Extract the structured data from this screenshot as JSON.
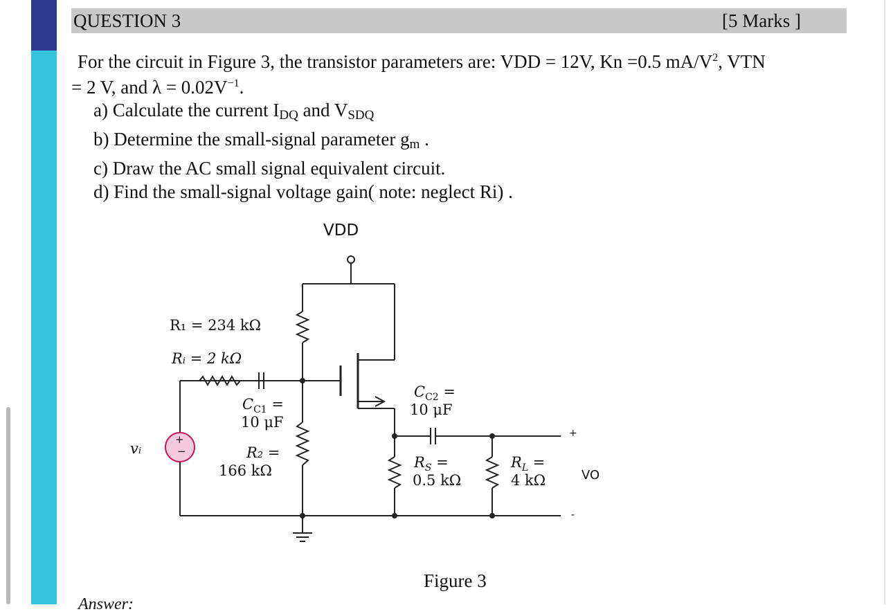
{
  "header": {
    "question_title": "QUESTION 3",
    "marks": "[5 Marks ]"
  },
  "problem": {
    "statement_1": "For the circuit in Figure 3, the transistor parameters are: VDD = 12V, Kn =0.5 mA/V",
    "statement_sup": "2",
    "statement_2": ", VTN",
    "statement_line2": "= 2 V, and λ = 0.02V",
    "statement_sup2": "−1",
    "statement_end": ".",
    "parts": [
      {
        "prefix": "a)",
        "text": "Calculate the current I",
        "sub1": "DQ",
        "mid": " and  V",
        "sub2": "SDQ"
      },
      {
        "prefix": "b)",
        "text": "Determine the small-signal parameter g",
        "sub1": "m",
        "end": " ."
      },
      {
        "prefix": "c)",
        "text": "Draw the AC small signal equivalent circuit."
      },
      {
        "prefix": "d)",
        "text": "Find the small-signal  voltage gain( note: neglect Ri) ."
      }
    ]
  },
  "figure": {
    "vdd": "VDD",
    "r1": "R₁ = 234 kΩ",
    "ri": "Rᵢ = 2 kΩ",
    "cc1_a": "C",
    "cc1_b": "C1",
    "cc1_c": " =",
    "cc1_val": "10 μF",
    "r2_a": "R₂ =",
    "r2_val": "166 kΩ",
    "vi": "vᵢ",
    "cc2_a": "C",
    "cc2_b": "C2",
    "cc2_c": " =",
    "cc2_val": "10 μF",
    "rs_a": "R",
    "rs_b": "S",
    "rs_c": " =",
    "rs_val": "0.5 kΩ",
    "rl_a": "R",
    "rl_b": "L",
    "rl_c": " =",
    "rl_val": "4 kΩ",
    "plus": "+",
    "minus": "-",
    "vo": "VO",
    "src_plus": "+",
    "src_minus": "−",
    "caption": "Figure 3"
  },
  "answer_partial": "Answer:",
  "colors": {
    "navy": "#2b3a8c",
    "cyan": "#35c3dd",
    "header_gray": "#c8c8c8",
    "source_fill": "#f6c9dd",
    "source_stroke": "#c2185b"
  }
}
